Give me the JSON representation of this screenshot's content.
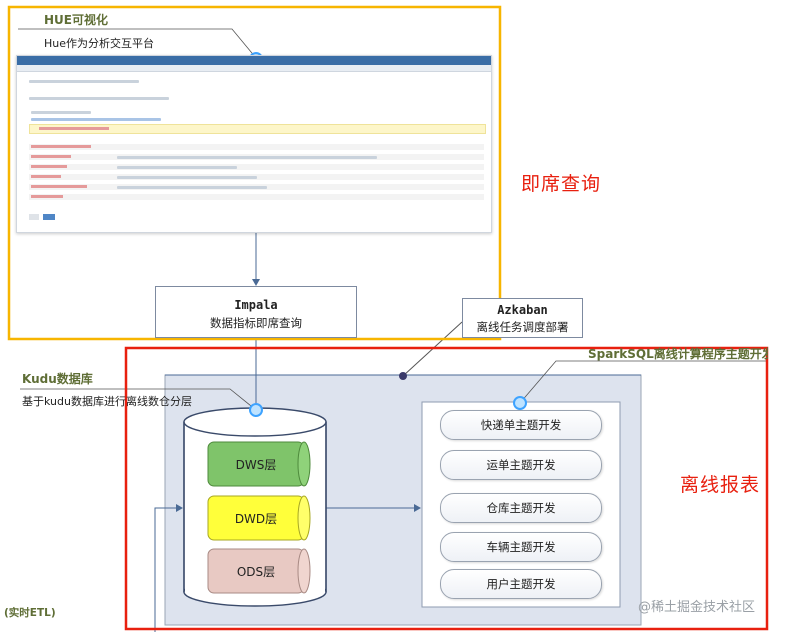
{
  "hue_callout": {
    "title": "HUE可视化",
    "subtitle": "Hue作为分析交互平台"
  },
  "kudu_callout": {
    "title": "Kudu数据库",
    "subtitle": "基于kudu数据库进行离线数仓分层"
  },
  "impala": {
    "title": "Impala",
    "subtitle": "数据指标即席查询"
  },
  "azkaban": {
    "title": "Azkaban",
    "subtitle": "离线任务调度部署"
  },
  "sparksql_callout": {
    "title": "SparkSQL离线计算程序主题开发"
  },
  "sections": {
    "adhoc": "即席查询",
    "offline": "离线报表"
  },
  "layers": [
    {
      "label": "DWS层",
      "color": "#7fc46a"
    },
    {
      "label": "DWD层",
      "color": "#ffff3a"
    },
    {
      "label": "ODS层",
      "color": "#e8c9c3"
    }
  ],
  "topics": [
    "快递单主题开发",
    "运单主题开发",
    "仓库主题开发",
    "车辆主题开发",
    "用户主题开发"
  ],
  "etl_label": "(实时ETL)",
  "watermark": "@稀土掘金技术社区",
  "colors": {
    "yellow_frame": "#f7b500",
    "red_frame": "#e8200f",
    "panel_bg": "#dde3ee",
    "accent_dot": "#3ea3ff"
  }
}
